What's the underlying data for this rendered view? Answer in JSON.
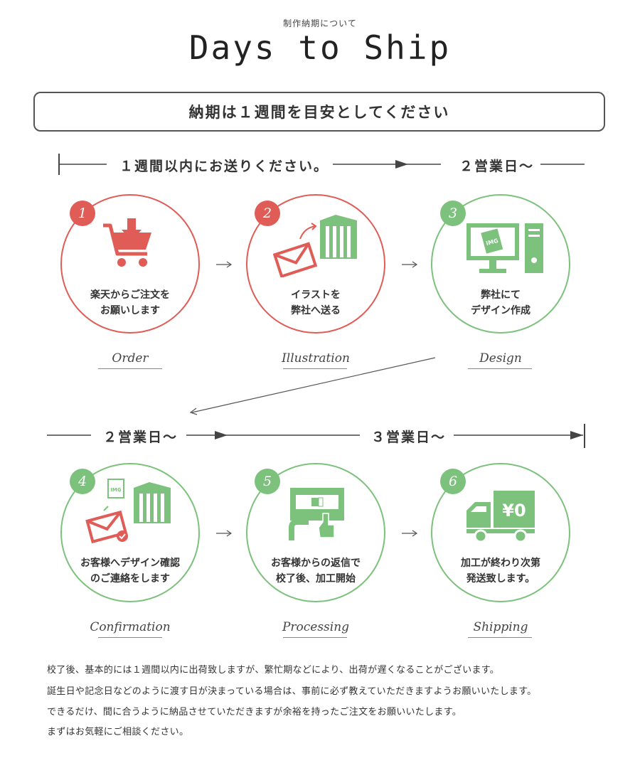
{
  "header": {
    "subtitle": "制作納期について",
    "title": "Days to Ship"
  },
  "banner": "納期は１週間を目安としてください",
  "timeline_top": {
    "left_label": "１週間以内にお送りください。",
    "right_label": "２営業日〜"
  },
  "timeline_bottom": {
    "left_label": "２営業日〜",
    "right_label": "３営業日〜"
  },
  "steps": [
    {
      "number": "1",
      "lines": [
        "楽天からご注文を",
        "お願いします"
      ],
      "english": "Order",
      "color": "#e05c56",
      "icon": "shopping-cart-icon"
    },
    {
      "number": "2",
      "lines": [
        "イラストを",
        "弊社へ送る"
      ],
      "english": "Illustration",
      "color": "#e05c56",
      "icon": "envelope-building-icon"
    },
    {
      "number": "3",
      "lines": [
        "弊社にて",
        "デザイン作成"
      ],
      "english": "Design",
      "color": "#7cc17c",
      "icon": "computer-icon"
    },
    {
      "number": "4",
      "lines": [
        "お客様へデザイン確認",
        "のご連絡をします"
      ],
      "english": "Confirmation",
      "color": "#7cc17c",
      "icon": "envelope-check-icon"
    },
    {
      "number": "5",
      "lines": [
        "お客様からの返信で",
        "校了後、加工開始"
      ],
      "english": "Processing",
      "color": "#7cc17c",
      "icon": "machine-icon"
    },
    {
      "number": "6",
      "lines": [
        "加工が終わり次第",
        "発送致します。"
      ],
      "english": "Shipping",
      "color": "#7cc17c",
      "icon": "truck-icon"
    }
  ],
  "truck_label": "¥0",
  "img_label": "IMG",
  "notes": [
    "校了後、基本的には１週間以内に出荷致しますが、繁忙期などにより、出荷が遅くなることがございます。",
    "誕生日や記念日などのように渡す日が決まっている場合は、事前に必ず教えていただきますようお願いいたします。",
    "できるだけ、間に合うように納品させていただきますが余裕を持ったご注文をお願いいたします。",
    "まずはお気軽にご相談ください。"
  ]
}
